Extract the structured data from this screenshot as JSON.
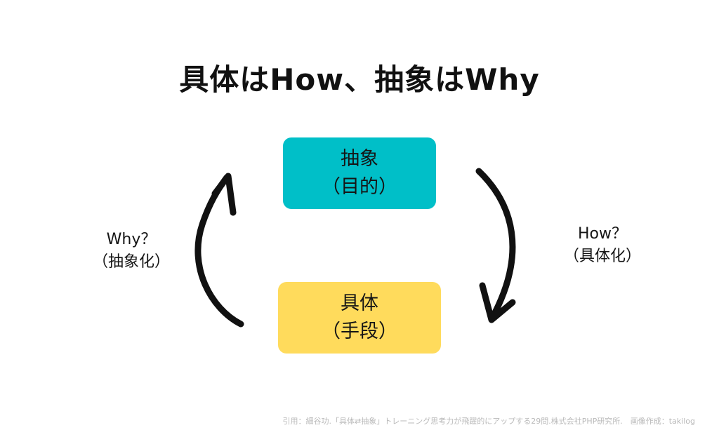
{
  "title": "具体はHow、抽象はWhy",
  "boxes": {
    "top": {
      "line1": "抽象",
      "line2": "（目的）",
      "color": "#00bfc8"
    },
    "bottom": {
      "line1": "具体",
      "line2": "（手段）",
      "color": "#ffdb5c"
    }
  },
  "labels": {
    "left": {
      "line1": "Why？",
      "line2": "（抽象化）"
    },
    "right": {
      "line1": "How？",
      "line2": "（具体化）"
    }
  },
  "arrows": {
    "left": {
      "direction": "up",
      "icon": "curved-arrow-up-icon"
    },
    "right": {
      "direction": "down",
      "icon": "curved-arrow-down-icon"
    },
    "color": "#111111"
  },
  "citation": "引用：細谷功.「具体⇄抽象」トレーニング思考力が飛躍的にアップする29問.株式会社PHP研究所.　画像作成：takilog"
}
